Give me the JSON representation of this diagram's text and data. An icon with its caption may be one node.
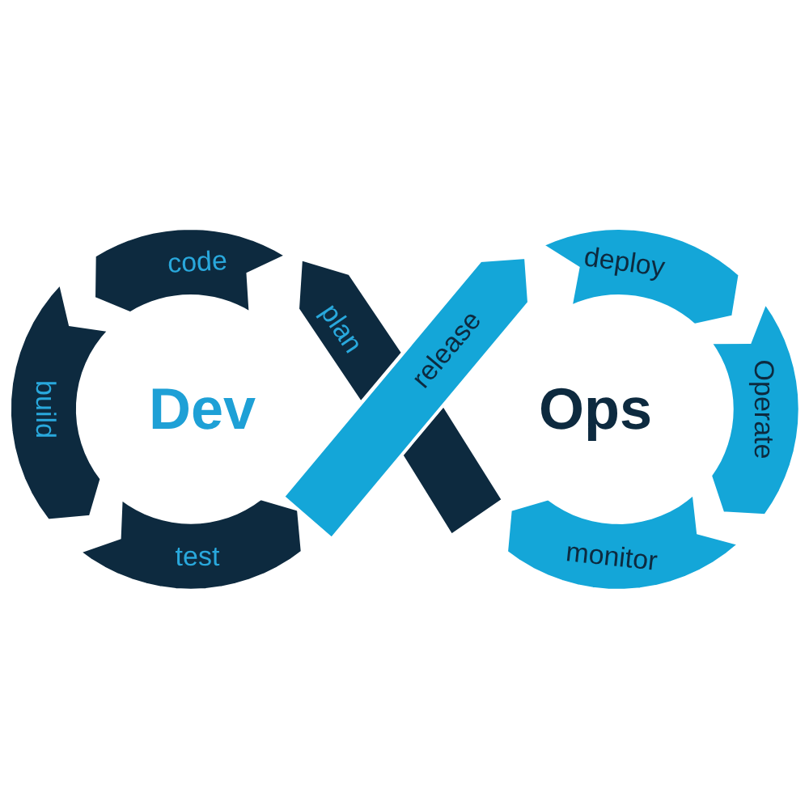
{
  "diagram": {
    "nodes": [
      {
        "text": [
          "plan"
        ]
      },
      {
        "text": [
          "code"
        ]
      },
      {
        "text": [
          "build"
        ]
      },
      {
        "text": [
          "test"
        ]
      },
      {
        "text": [
          "release"
        ]
      },
      {
        "text": [
          "deploy"
        ]
      },
      {
        "text": [
          "Operate"
        ]
      },
      {
        "text": [
          "monitor"
        ]
      },
      {
        "text": [],
        "shape": "bar"
      }
    ],
    "labels": [
      "Dev",
      "Ops"
    ]
  }
}
